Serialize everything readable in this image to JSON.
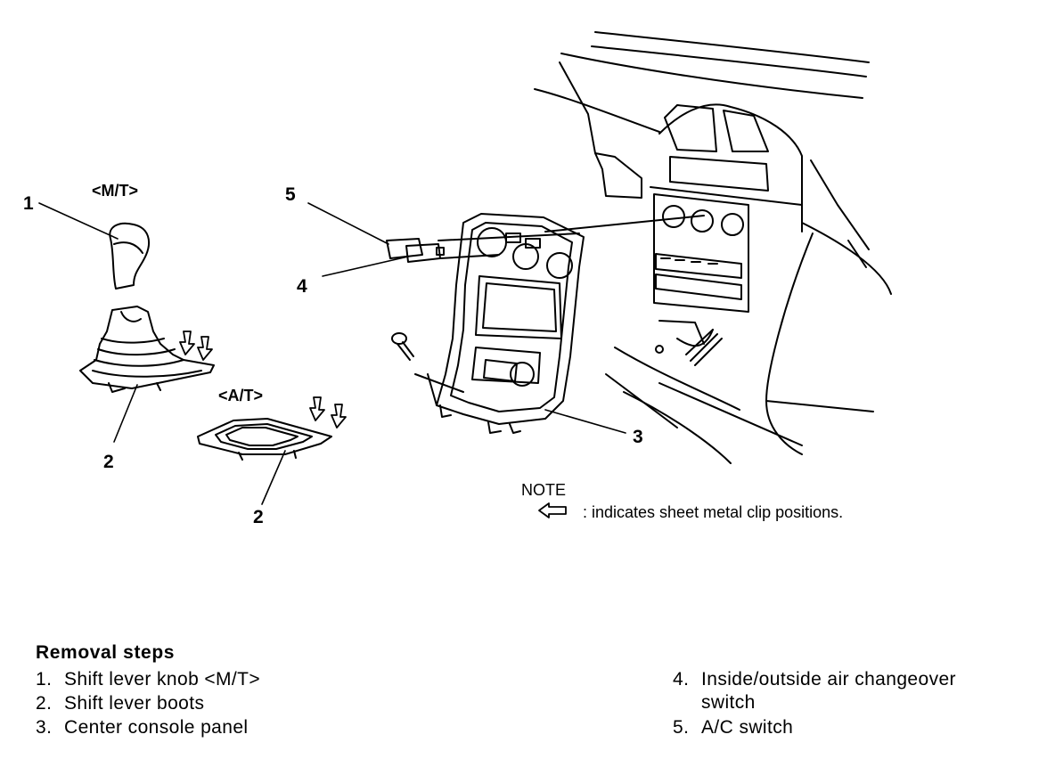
{
  "callouts": {
    "c1": "1",
    "c2a": "2",
    "c2b": "2",
    "c3": "3",
    "c4": "4",
    "c5": "5"
  },
  "variant_tags": {
    "mt": "<M/T>",
    "at": "<A/T>"
  },
  "note": {
    "title": "NOTE",
    "text": ": indicates sheet metal clip positions.",
    "icon": "hollow-arrow-left-icon"
  },
  "removal": {
    "title": "Removal steps",
    "steps": [
      {
        "num": "1.",
        "text": "Shift lever knob <M/T>"
      },
      {
        "num": "2.",
        "text": "Shift lever boots"
      },
      {
        "num": "3.",
        "text": "Center console panel"
      },
      {
        "num": "4.",
        "text": "Inside/outside air changeover",
        "cont": "switch"
      },
      {
        "num": "5.",
        "text": "A/C switch"
      }
    ]
  }
}
